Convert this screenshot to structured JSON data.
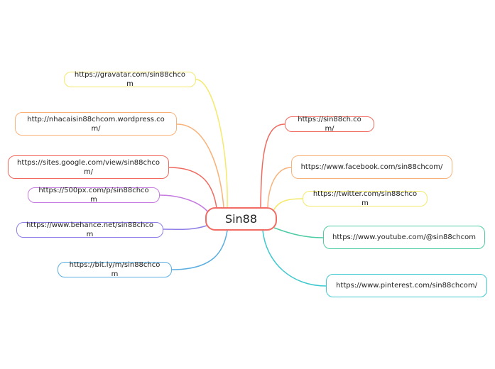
{
  "central": {
    "label": "Sin88"
  },
  "branches": [
    {
      "id": "gravatar",
      "label": "https://gravatar.com/sin88chcom",
      "color": "#f4e96a"
    },
    {
      "id": "wordpress",
      "label": "http://nhacaisin88chcom.wordpress.com/",
      "color": "#f8b27a"
    },
    {
      "id": "google-sites",
      "label": "https://sites.google.com/view/sin88chcom/",
      "color": "#ef6a5f"
    },
    {
      "id": "500px",
      "label": "https://500px.com/p/sin88chcom",
      "color": "#c57ae0"
    },
    {
      "id": "behance",
      "label": "https://www.behance.net/sin88chcom",
      "color": "#8f7ee6"
    },
    {
      "id": "bitly",
      "label": "https://bit.ly/m/sin88chcom",
      "color": "#5aaee2"
    },
    {
      "id": "sin88ch",
      "label": "https://sin88ch.com/",
      "color": "#ef6a5f"
    },
    {
      "id": "facebook",
      "label": "https://www.facebook.com/sin88chcom/",
      "color": "#f8b27a"
    },
    {
      "id": "twitter",
      "label": "https://twitter.com/sin88chcom",
      "color": "#f4e96a"
    },
    {
      "id": "youtube",
      "label": "https://www.youtube.com/@sin88chcom",
      "color": "#4dcba4"
    },
    {
      "id": "pinterest",
      "label": "https://www.pinterest.com/sin88chcom/",
      "color": "#3ec8cf"
    }
  ]
}
